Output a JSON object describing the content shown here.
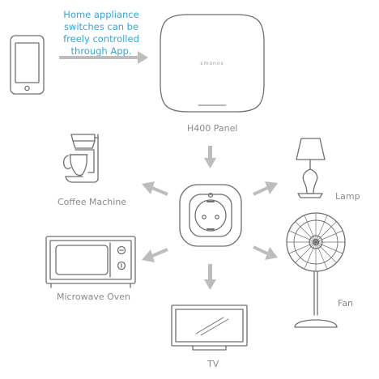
{
  "callout": {
    "lines": [
      "Home appliance",
      "switches can be",
      "freely controlled",
      "through App."
    ]
  },
  "hub": {
    "label": "H400 Panel",
    "brand": "smonos"
  },
  "devices": {
    "coffee": "Coffee Machine",
    "lamp": "Lamp",
    "microwave": "Microwave Oven",
    "fan": "Fan",
    "tv": "TV"
  },
  "colors": {
    "line": "#6f6f6f",
    "arrow": "#bdbdbd",
    "callout_text": "#34a7da",
    "label_text": "#8a8a8a"
  }
}
